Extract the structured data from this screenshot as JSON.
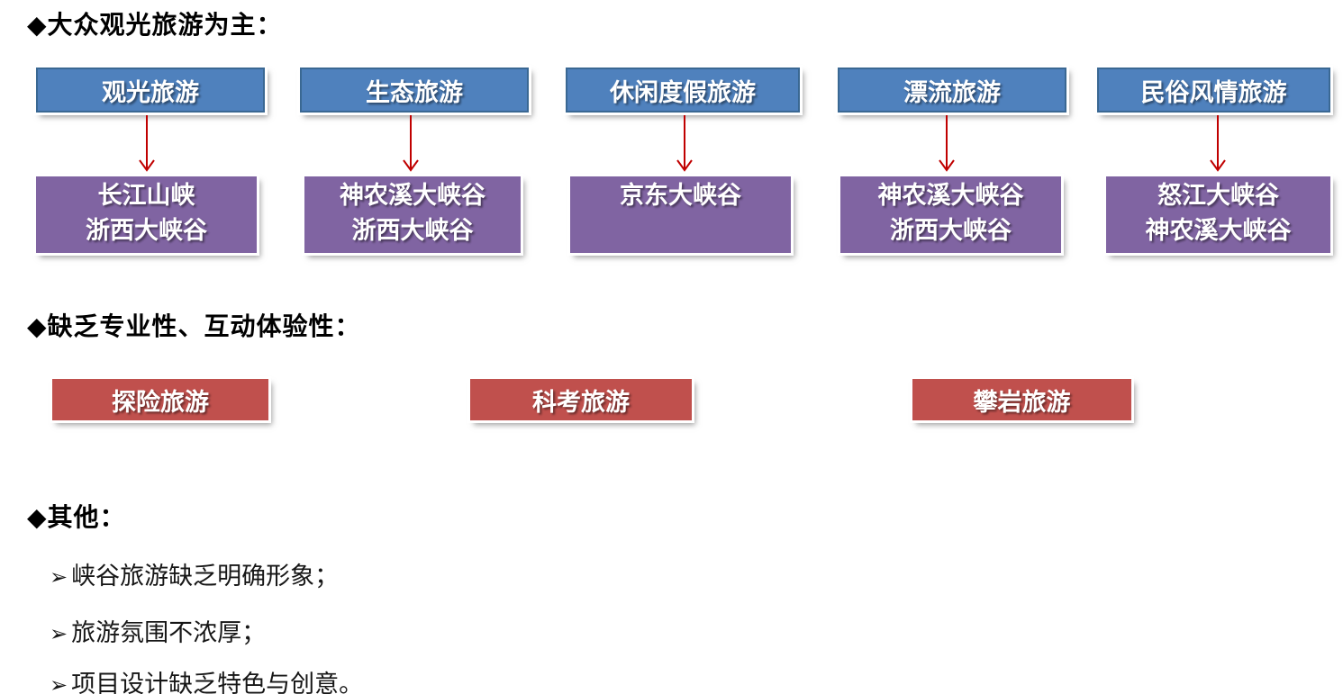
{
  "colors": {
    "category_box_fill": "#4F81BD",
    "category_box_border": "#3A6893",
    "destination_box_fill": "#8064A2",
    "missing_box_fill": "#C0504D",
    "arrow": "#C00000",
    "box_text": "#FFFFFF",
    "heading_text": "#000000"
  },
  "section_mass_tourism": {
    "heading": "◆大众观光旅游为主：",
    "pairs": [
      {
        "category": "观光旅游",
        "dest_line1": "长江山峡",
        "dest_line2": "浙西大峡谷"
      },
      {
        "category": "生态旅游",
        "dest_line1": "神农溪大峡谷",
        "dest_line2": "浙西大峡谷"
      },
      {
        "category": "休闲度假旅游",
        "dest_line1": "京东大峡谷",
        "dest_line2": ""
      },
      {
        "category": "漂流旅游",
        "dest_line1": "神农溪大峡谷",
        "dest_line2": "浙西大峡谷"
      },
      {
        "category": "民俗风情旅游",
        "dest_line1": "怒江大峡谷",
        "dest_line2": "神农溪大峡谷"
      }
    ]
  },
  "section_lacking": {
    "heading": "◆缺乏专业性、互动体验性：",
    "items": [
      "探险旅游",
      "科考旅游",
      "攀岩旅游"
    ]
  },
  "section_other": {
    "heading": "◆其他：",
    "bullet_glyph": "➢",
    "bullets": [
      "峡谷旅游缺乏明确形象；",
      "旅游氛围不浓厚；",
      "项目设计缺乏特色与创意。"
    ]
  }
}
